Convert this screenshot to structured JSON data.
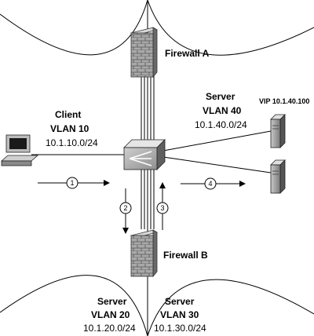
{
  "firewalls": {
    "a": {
      "label": "Firewall A"
    },
    "b": {
      "label": "Firewall B"
    }
  },
  "client": {
    "title": "Client",
    "vlan": "VLAN 10",
    "subnet": "10.1.10.0/24"
  },
  "server40": {
    "title": "Server",
    "vlan": "VLAN 40",
    "subnet": "10.1.40.0/24",
    "vip": "VIP 10.1.40.100"
  },
  "server20": {
    "title": "Server",
    "vlan": "VLAN 20",
    "subnet": "10.1.20.0/24"
  },
  "server30": {
    "title": "Server",
    "vlan": "VLAN 30",
    "subnet": "10.1.30.0/24"
  },
  "flow_steps": [
    "1",
    "2",
    "3",
    "4"
  ]
}
